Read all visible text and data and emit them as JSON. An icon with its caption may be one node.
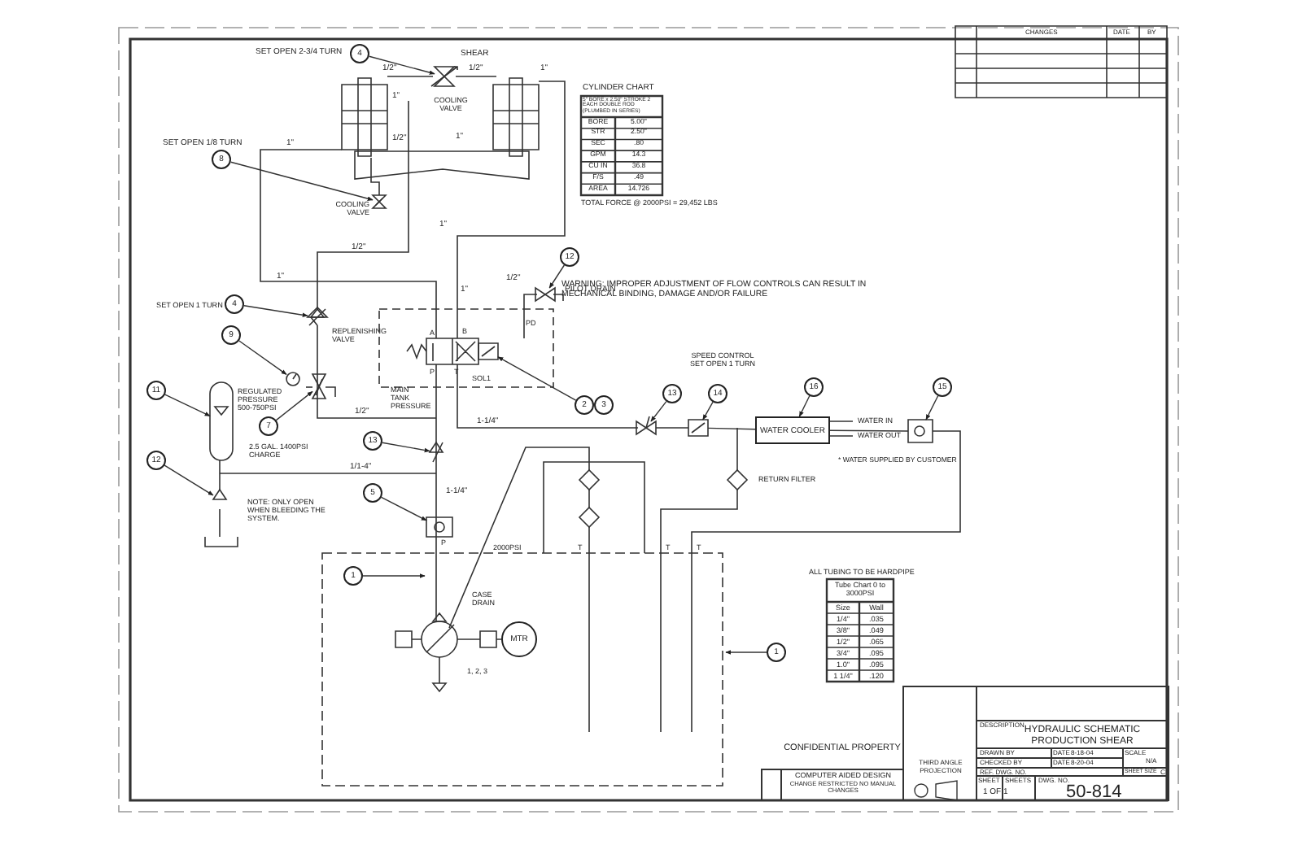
{
  "diagram": {
    "nodes": [
      {
        "text": [
          "4"
        ]
      },
      {
        "text": [
          "8"
        ]
      },
      {
        "text": [
          "4"
        ]
      },
      {
        "text": [
          "9"
        ]
      },
      {
        "text": [
          "7"
        ]
      },
      {
        "text": [
          "11"
        ]
      },
      {
        "text": [
          "12"
        ]
      },
      {
        "text": [
          "13"
        ]
      },
      {
        "text": [
          "5"
        ]
      },
      {
        "text": [
          "1"
        ]
      },
      {
        "text": [
          "12"
        ]
      },
      {
        "text": [
          "2"
        ]
      },
      {
        "text": [
          "3"
        ]
      },
      {
        "text": [
          "13"
        ]
      },
      {
        "text": [
          "14"
        ]
      },
      {
        "text": [
          "16"
        ]
      },
      {
        "text": [
          "15"
        ]
      },
      {
        "text": [
          "1"
        ]
      },
      {
        "text": [
          "WATER COOLER"
        ]
      },
      {
        "text": [
          "MTR"
        ]
      },
      {
        "text": [],
        "shape": "valve"
      },
      {
        "text": [],
        "shape": "valve"
      },
      {
        "text": [],
        "shape": "valve"
      },
      {
        "text": [],
        "shape": "circle"
      },
      {
        "text": [],
        "shape": "valve"
      },
      {
        "text": [],
        "shape": "cylinder"
      },
      {
        "text": [],
        "shape": "valve"
      },
      {
        "text": [],
        "shape": "valve"
      },
      {
        "text": [],
        "shape": "box"
      },
      {
        "text": [],
        "shape": "valve"
      },
      {
        "text": [],
        "shape": "box"
      },
      {
        "text": [],
        "shape": "valve"
      },
      {
        "text": [],
        "shape": "box"
      },
      {
        "text": [],
        "shape": "box"
      }
    ],
    "edges": [
      {
        "from": 0,
        "to": 20,
        "arrow": "to"
      },
      {
        "from": 1,
        "to": 21,
        "arrow": "to"
      },
      {
        "from": 2,
        "to": 22,
        "arrow": "to"
      },
      {
        "from": 3,
        "to": 23,
        "arrow": "to"
      },
      {
        "from": 4,
        "to": 24,
        "arrow": "to"
      },
      {
        "from": 5,
        "to": 25,
        "arrow": "to"
      },
      {
        "from": 6,
        "to": 26,
        "arrow": "to"
      },
      {
        "from": 7,
        "to": 27,
        "arrow": "to"
      },
      {
        "from": 8,
        "to": 28,
        "arrow": "to"
      },
      {
        "from": 9,
        "to": null,
        "arrow": "to"
      },
      {
        "from": 10,
        "to": 29,
        "arrow": "to"
      },
      {
        "from": 11,
        "to": 30,
        "arrow": "to"
      },
      {
        "from": 13,
        "to": 31,
        "arrow": "to"
      },
      {
        "from": 14,
        "to": 32,
        "arrow": "to"
      },
      {
        "from": 15,
        "to": 18,
        "arrow": "to"
      },
      {
        "from": 16,
        "to": 33,
        "arrow": "to"
      },
      {
        "from": 31,
        "to": 32,
        "arrow": "none"
      },
      {
        "from": 32,
        "to": 18,
        "arrow": "none"
      },
      {
        "from": 18,
        "to": 33,
        "arrow": "none"
      },
      {
        "from": 17,
        "to": null,
        "arrow": "to"
      }
    ],
    "labels": [
      "SET OPEN 2-3/4 TURN",
      "SHEAR",
      "1/2\"",
      "1/2\"",
      "1\"",
      "COOLING VALVE",
      "1\"",
      "1\"",
      "SET OPEN 1/8 TURN",
      "1\"",
      "1/2\"",
      "COOLING VALVE",
      "CYLINDER CHART",
      "5\" BORE x 2.50\" STROKE 2 EACH DOUBLE ROD (PLUMBED IN SERIES)",
      "BORE",
      "5.00\"",
      "STR",
      "2.50\"",
      "SEC",
      ".80",
      "GPM",
      "14.3",
      "CU IN",
      "36.8",
      "F/S",
      ".49",
      "AREA",
      "14.726",
      "TOTAL FORCE @ 2000PSI = 29,452 LBS",
      "1\"",
      "1/2\"",
      "1\"",
      "1\"",
      "1/2\"",
      "PILOT DRAIN",
      "SET OPEN 1 TURN",
      "REPLENISHING VALVE",
      "PD",
      "A",
      "B",
      "P",
      "T",
      "SOL1",
      "REGULATED PRESSURE 500-750PSI",
      "1/2\"",
      "MAIN TANK PRESSURE",
      "1-1/4\"",
      "2.5 GAL. 1400PSI CHARGE",
      "1/1-4\"",
      "NOTE: ONLY OPEN WHEN BLEEDING THE SYSTEM.",
      "1-1/4\"",
      "P",
      "2000PSI",
      "T",
      "T",
      "T",
      "CASE DRAIN",
      "1, 2, 3",
      "WARNING: IMPROPER ADJUSTMENT OF FLOW CONTROLS CAN RESULT IN MECHANICAL BINDING, DAMAGE AND/OR FAILURE",
      "SPEED CONTROL SET OPEN 1 TURN",
      "WATER IN",
      "WATER OUT",
      "* WATER SUPPLIED BY CUSTOMER",
      "RETURN FILTER",
      "ALL TUBING TO BE HARDPIPE",
      "Tube Chart 0 to 3000PSI",
      "Size",
      "Wall",
      "1/4\"",
      ".035",
      "3/8\"",
      ".049",
      "1/2\"",
      ".065",
      "3/4\"",
      ".095",
      "1.0\"",
      ".095",
      "1 1/4\"",
      ".120",
      "CONFIDENTIAL PROPERTY",
      "COMPUTER AIDED DESIGN",
      "CHANGE RESTRICTED NO MANUAL CHANGES",
      "THIRD ANGLE PROJECTION",
      "DESCRIPTION",
      "HYDRAULIC SCHEMATIC PRODUCTION SHEAR",
      "DRAWN BY",
      "DATE",
      "8-18-04",
      "CHECKED BY",
      "DATE",
      "8-20-04",
      "REF. DWG. NO.",
      "SCALE",
      "N/A",
      "SHEET SIZE",
      "C",
      "SHEET",
      "SHEETS",
      "1 OF 1",
      "DWG. NO.",
      "50-814",
      "CHANGES",
      "DATE",
      "BY"
    ]
  }
}
